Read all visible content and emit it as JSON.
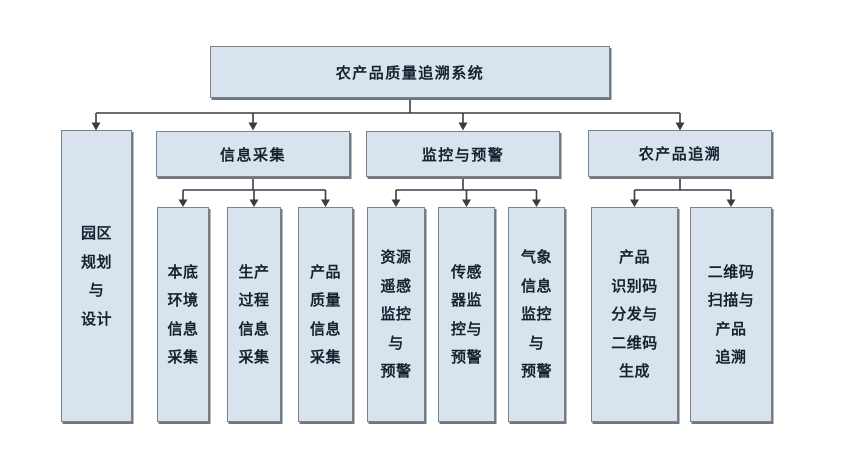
{
  "diagram": {
    "title": "农产品质量追溯系统",
    "type": "org-chart",
    "colors": {
      "background": "#ffffff",
      "box_fill": "#d8e3ee",
      "box_border": "#7a828b",
      "box_shadow": "#6f767d",
      "connector": "#3a3d40",
      "text": "#17202e"
    },
    "root": {
      "label": "农产品质量追溯系统"
    },
    "branches": [
      {
        "id": "park-planning",
        "label": "园区规划与设计",
        "lines": [
          "园区",
          "规划",
          "与",
          "设计"
        ],
        "children": []
      },
      {
        "id": "info-collection",
        "label": "信息采集",
        "children": [
          {
            "label": "本底环境信息采集",
            "lines": [
              "本底",
              "环境",
              "信息",
              "采集"
            ]
          },
          {
            "label": "生产过程信息采集",
            "lines": [
              "生产",
              "过程",
              "信息",
              "采集"
            ]
          },
          {
            "label": "产品质量信息采集",
            "lines": [
              "产品",
              "质量",
              "信息",
              "采集"
            ]
          }
        ]
      },
      {
        "id": "monitoring-warning",
        "label": "监控与预警",
        "children": [
          {
            "label": "资源遥感监控与预警",
            "lines": [
              "资源",
              "遥感",
              "监控",
              "与",
              "预警"
            ]
          },
          {
            "label": "传感器监控与预警",
            "lines": [
              "传感",
              "器监",
              "控与",
              "预警"
            ]
          },
          {
            "label": "气象信息监控与预警",
            "lines": [
              "气象",
              "信息",
              "监控",
              "与",
              "预警"
            ]
          }
        ]
      },
      {
        "id": "product-tracing",
        "label": "农产品追溯",
        "children": [
          {
            "label": "产品识别码分发与二维码生成",
            "lines": [
              "产品",
              "识别码",
              "分发与",
              "二维码",
              "生成"
            ]
          },
          {
            "label": "二维码扫描与产品追溯",
            "lines": [
              "二维码",
              "扫描与",
              "产品",
              "追溯"
            ]
          }
        ]
      }
    ]
  }
}
